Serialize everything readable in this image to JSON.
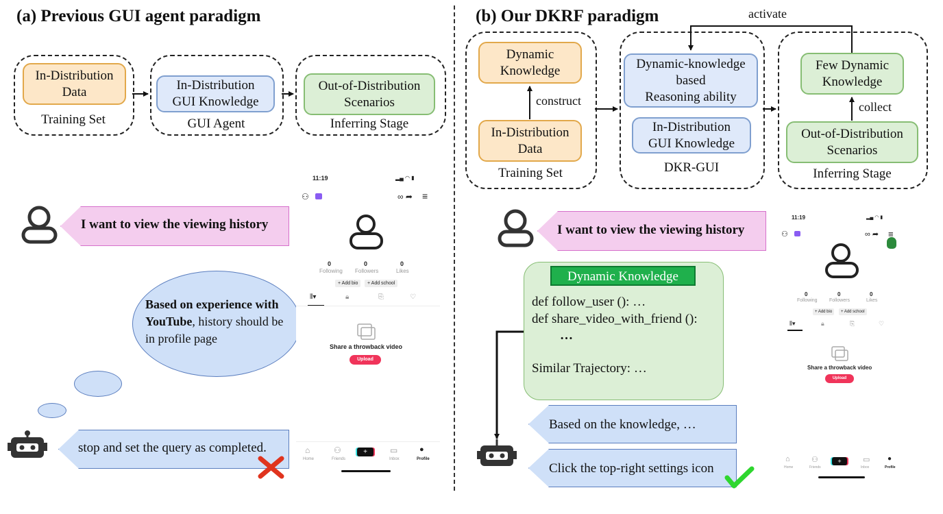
{
  "left": {
    "title": "(a) Previous GUI agent paradigm",
    "training_box": "In-Distribution\nData",
    "training_caption": "Training Set",
    "agent_box": "In-Distribution\nGUI Knowledge",
    "agent_caption": "GUI Agent",
    "ood_box": "Out-of-Distribution\nScenarios",
    "infer_caption": "Inferring Stage",
    "user_query": "I want to view the viewing history",
    "thought_bold": "Based on experience with YouTube",
    "thought_rest": ", history should be in profile page",
    "robot_reply": "stop and set the query as completed."
  },
  "right": {
    "title": "(b) Our DKRF paradigm",
    "activate_label": "activate",
    "dyn_box": "Dynamic\nKnowledge",
    "construct_label": "construct",
    "training_box": "In-Distribution\nData",
    "training_caption": "Training Set",
    "reason_box": "Dynamic-knowledge\nbased\nReasoning ability",
    "gui_box": "In-Distribution\nGUI Knowledge",
    "dkr_caption": "DKR-GUI",
    "few_box": "Few Dynamic\nKnowledge",
    "collect_label": "collect",
    "ood_box": "Out-of-Distribution\nScenarios",
    "infer_caption": "Inferring Stage",
    "user_query": "I want to view the viewing history",
    "dk_header": "Dynamic Knowledge",
    "dk_line1": "def follow_user (): …",
    "dk_line2": "def share_video_with_friend ():",
    "dk_line3": "…",
    "dk_line4": "Similar Trajectory: …",
    "reply1": "Based on the knowledge, …",
    "reply2": "Click the top-right settings icon"
  },
  "phone": {
    "time": "11:19",
    "following_count": "0",
    "following_label": "Following",
    "followers_count": "0",
    "followers_label": "Followers",
    "likes_count": "0",
    "likes_label": "Likes",
    "add_bio": "+ Add bio",
    "add_school": "+ Add school",
    "share_text": "Share a throwback video",
    "upload": "Upload",
    "nav_home": "Home",
    "nav_friends": "Friends",
    "nav_inbox": "Inbox",
    "nav_profile": "Profile"
  },
  "colors": {
    "orange_fill": "#fde7c8",
    "blue_fill": "#dfe9fa",
    "green_fill": "#dcefd6",
    "pink_fill": "#f4cdee",
    "cross": "#e0341e",
    "check": "#2fd62f",
    "upload": "#f0345a"
  }
}
